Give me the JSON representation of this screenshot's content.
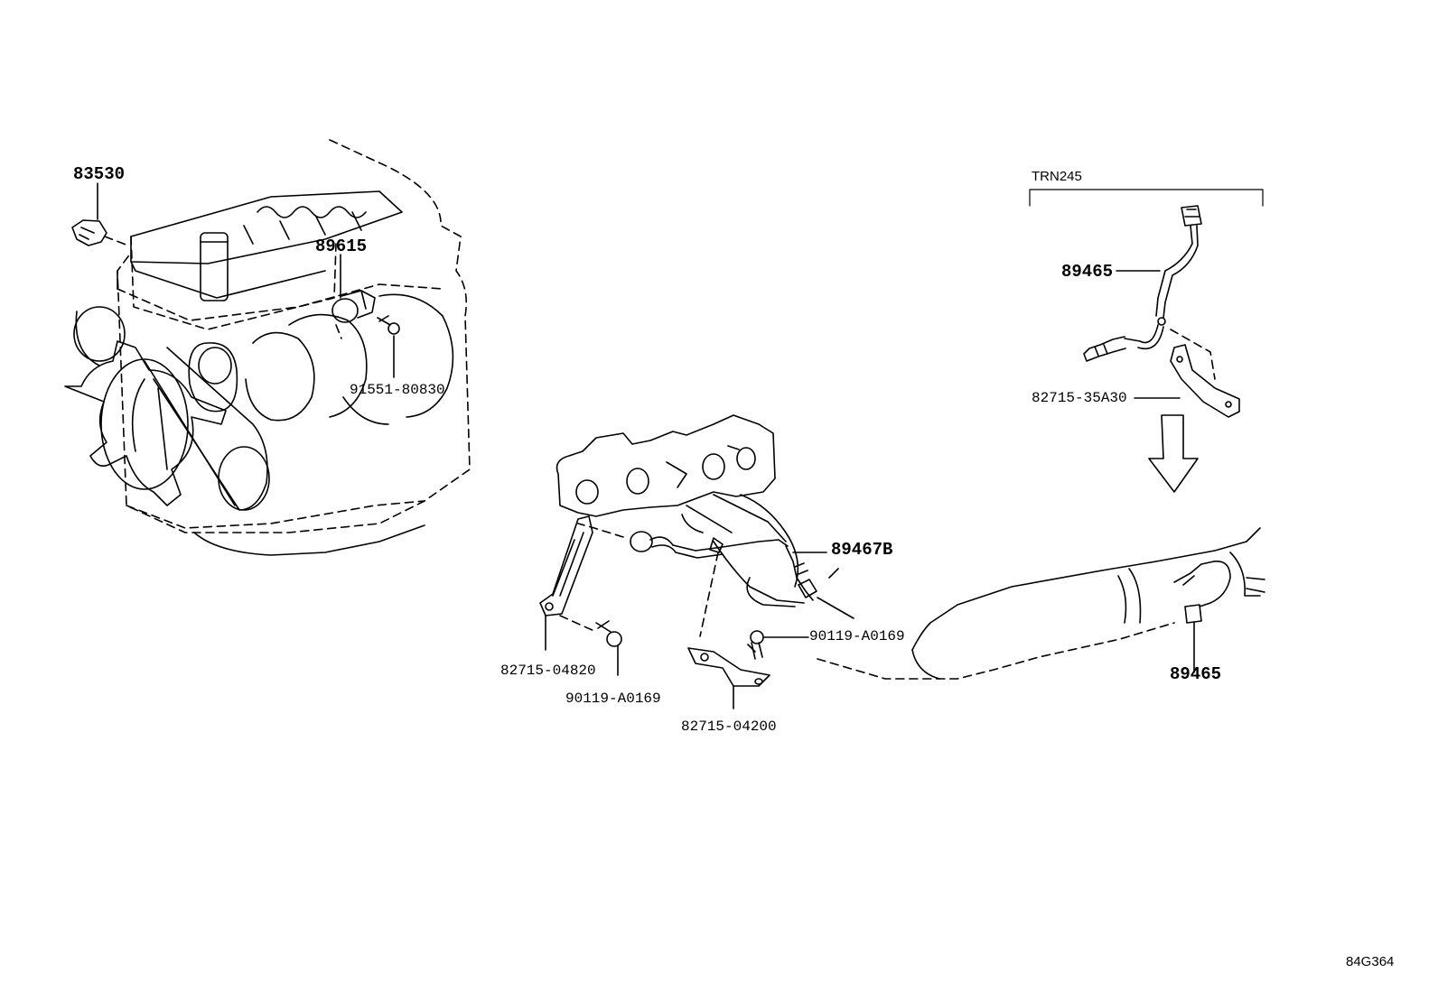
{
  "diagram": {
    "labels": {
      "p83530": "83530",
      "p89615": "89615",
      "p91551": "91551-80830",
      "p89465_top": "89465",
      "p82715_35a30": "82715-35A30",
      "p89467b": "89467B",
      "p90119_right": "90119-A0169",
      "p82715_04820": "82715-04820",
      "p90119_left": "90119-A0169",
      "p82715_04200": "82715-04200",
      "p89465_bottom": "89465",
      "variant_group": "TRN245",
      "figure_code": "84G364"
    }
  }
}
